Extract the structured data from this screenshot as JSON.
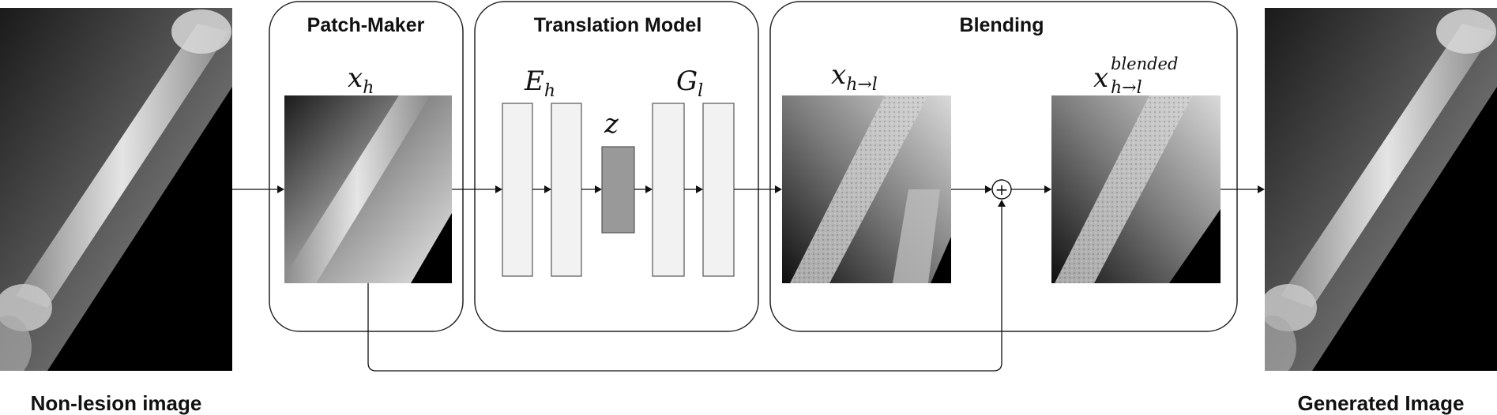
{
  "input_caption": "Non-lesion image",
  "output_caption": "Generated Image",
  "stages": {
    "patch_maker": {
      "title": "Patch-Maker",
      "patch_symbol": "x",
      "patch_subscript": "h"
    },
    "translation_model": {
      "title": "Translation Model",
      "encoder_symbol": "E",
      "encoder_subscript": "h",
      "latent_symbol": "z",
      "generator_symbol": "G",
      "generator_subscript": "l"
    },
    "blending": {
      "title": "Blending",
      "translated_symbol": "x",
      "translated_subscript": "h→l",
      "blended_symbol": "x",
      "blended_superscript": "blended",
      "blended_subscript": "h→l",
      "operator_symbol": "+"
    }
  },
  "images": {
    "input": "x-ray of arm bone (non-lesion)",
    "output": "x-ray of arm bone (generated)"
  },
  "colors": {
    "line": "#111111",
    "block_fill": "#f2f2f2",
    "latent_fill": "#999999"
  }
}
